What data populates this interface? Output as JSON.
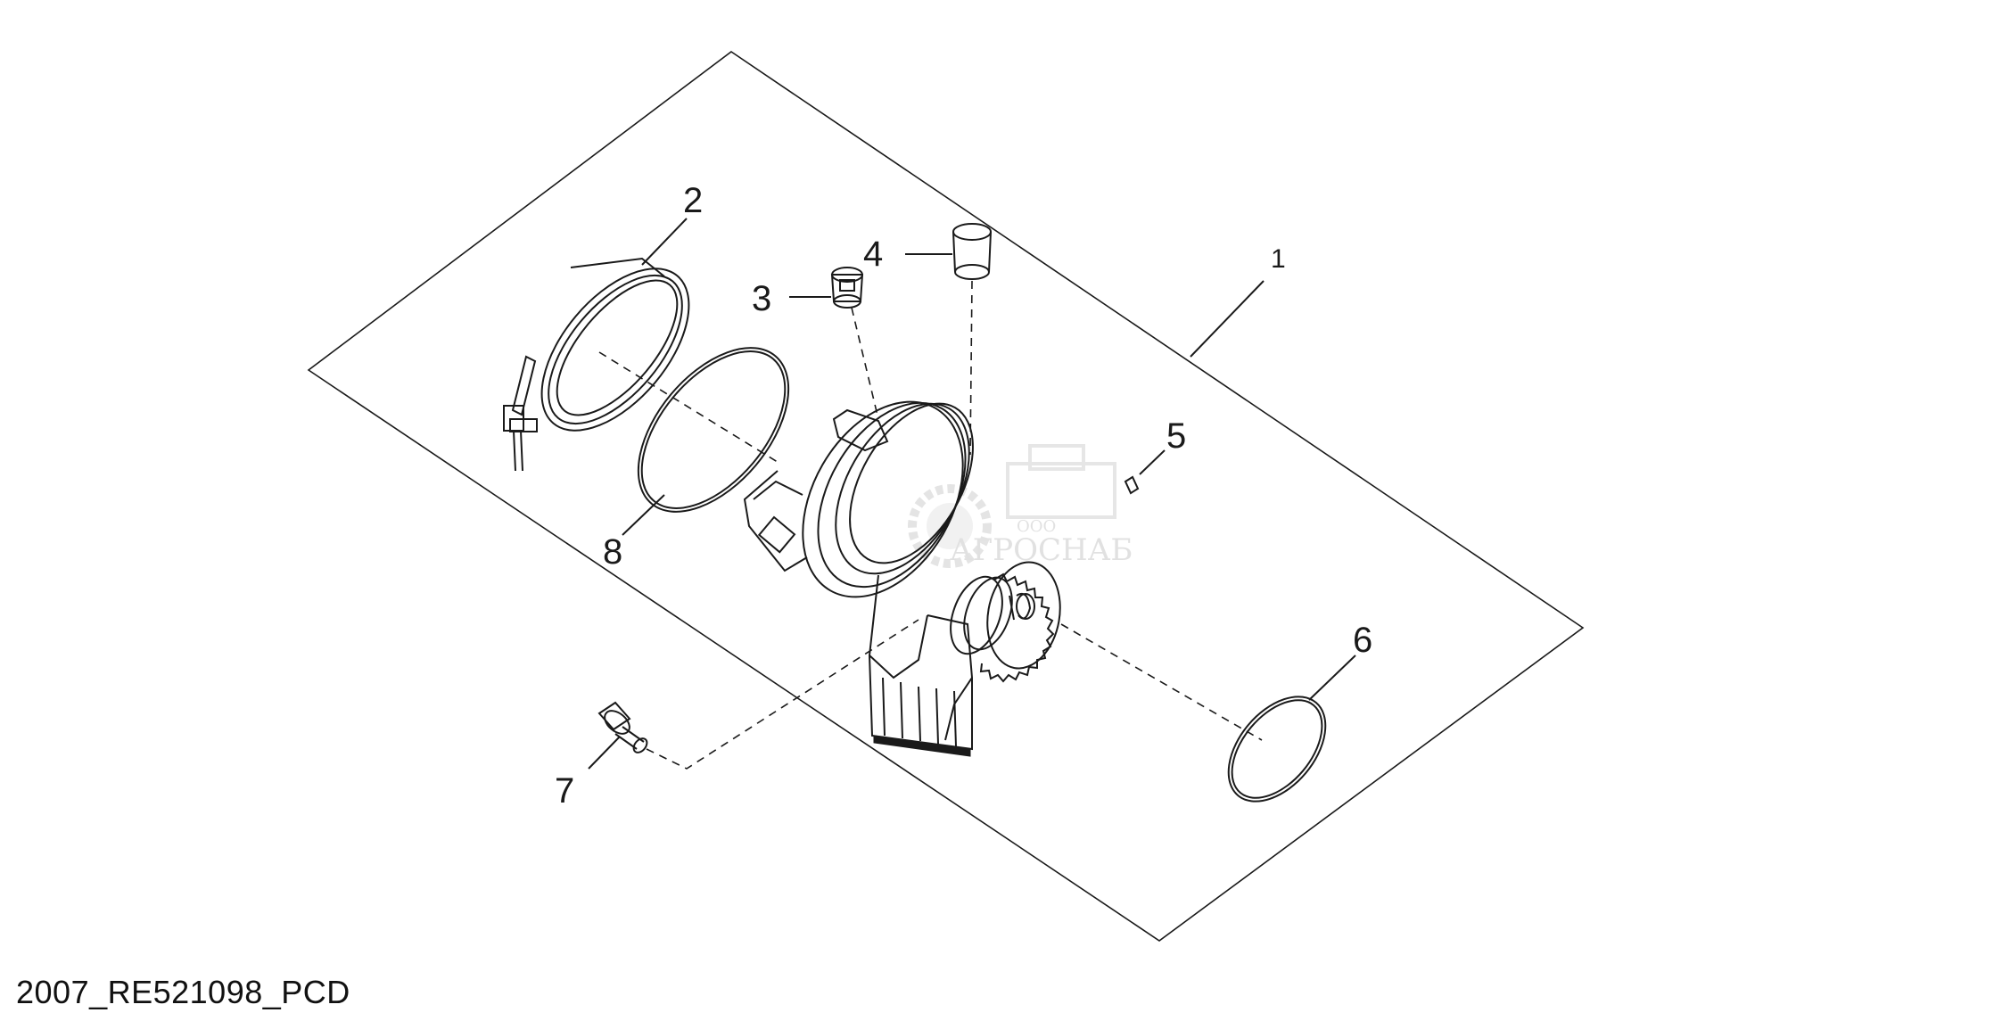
{
  "diagram": {
    "callouts": [
      "1",
      "2",
      "3",
      "4",
      "5",
      "6",
      "7",
      "8"
    ],
    "watermark": {
      "company_prefix": "ООО",
      "company_name": "АГРОСНАБ"
    },
    "caption": "2007_RE521098_PCD"
  }
}
